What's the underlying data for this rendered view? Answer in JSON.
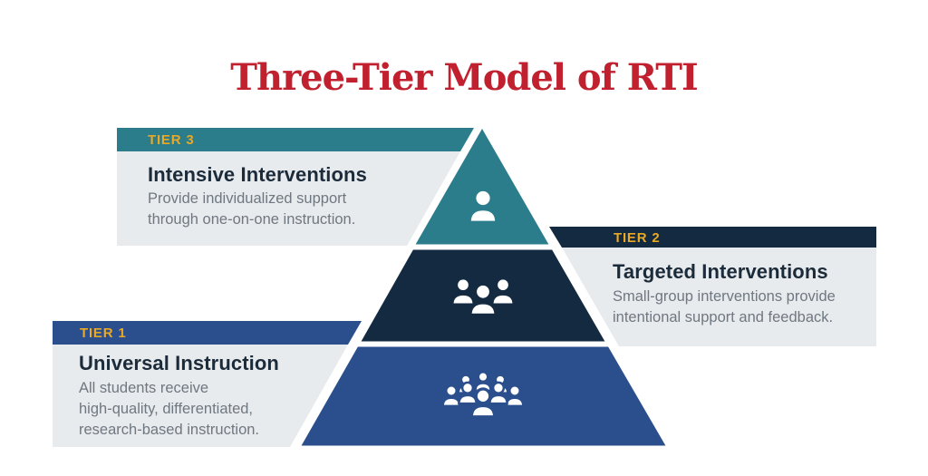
{
  "title": {
    "text": "Three-Tier Model of RTI"
  },
  "tiers": [
    {
      "id": "tier3",
      "label": "TIER 3",
      "heading": "Intensive Interventions",
      "description": "Provide individualized support\nthrough one-on-one instruction.",
      "icon": "single-person-icon",
      "color": "#2b7d8c"
    },
    {
      "id": "tier2",
      "label": "TIER 2",
      "heading": "Targeted Interventions",
      "description": "Small-group interventions provide\nintentional support and feedback.",
      "icon": "three-people-icon",
      "color": "#132a40"
    },
    {
      "id": "tier1",
      "label": "TIER 1",
      "heading": "Universal Instruction",
      "description": "All students receive\nhigh-quality, differentiated,\nresearch-based instruction.",
      "icon": "crowd-icon",
      "color": "#2b4f8c"
    }
  ],
  "colors": {
    "teal": "#2b7d8c",
    "navy": "#132a40",
    "blue": "#2b4f8c",
    "gold": "#e9a825",
    "title_red": "#c1202e",
    "panel_gray": "#e8ebee",
    "heading_text": "#1c2b3a",
    "desc_text": "#6f7780",
    "icon_white": "#ffffff"
  }
}
